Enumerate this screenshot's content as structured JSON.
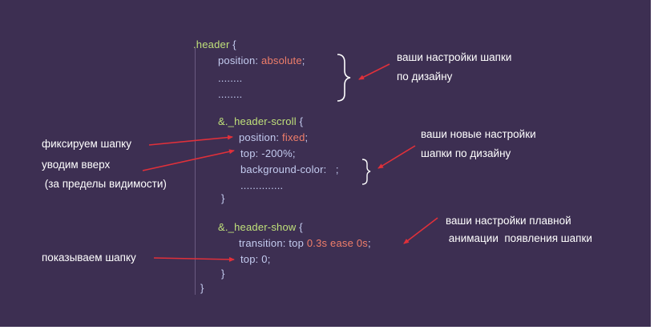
{
  "code": {
    "header_selector": ".header",
    "open_brace": " {",
    "pos_prop": "position",
    "pos_val": "absolute",
    "dots1": "........",
    "dots2": "........",
    "scroll_selector": "&._header-scroll",
    "scroll_pos_prop": "position",
    "scroll_pos_val": "fixed",
    "top_prop": "top",
    "top_val": "-200%",
    "bg_prop": "background-color",
    "bg_val": " ;",
    "dots3": "..............",
    "close_brace": "}",
    "show_selector": "&._header-show",
    "trans_prop": "transition",
    "trans_val1": "top",
    "trans_val2": "0.3s",
    "trans_val3": "ease",
    "trans_val4": "0s",
    "top2_prop": "top",
    "top2_val": "0"
  },
  "notes": {
    "header_settings_1": "ваши настройки шапки",
    "header_settings_2": "по дизайну",
    "fix_header": "фиксируем шапку",
    "move_up_1": "уводим вверх",
    "move_up_2": " (за пределы видимости)",
    "new_settings_1": "ваши новые настройки",
    "new_settings_2": "шапки по дизайну",
    "anim_1": "ваши настройки плавной",
    "anim_2": " анимации  появления шапки",
    "show_header": "показываем шапку"
  },
  "colors": {
    "background": "#3d2f52",
    "selector": "#bfe07a",
    "property": "#c4ccf0",
    "value": "#f07e6a",
    "arrow": "#e0303a",
    "bracket": "#ffffff"
  }
}
